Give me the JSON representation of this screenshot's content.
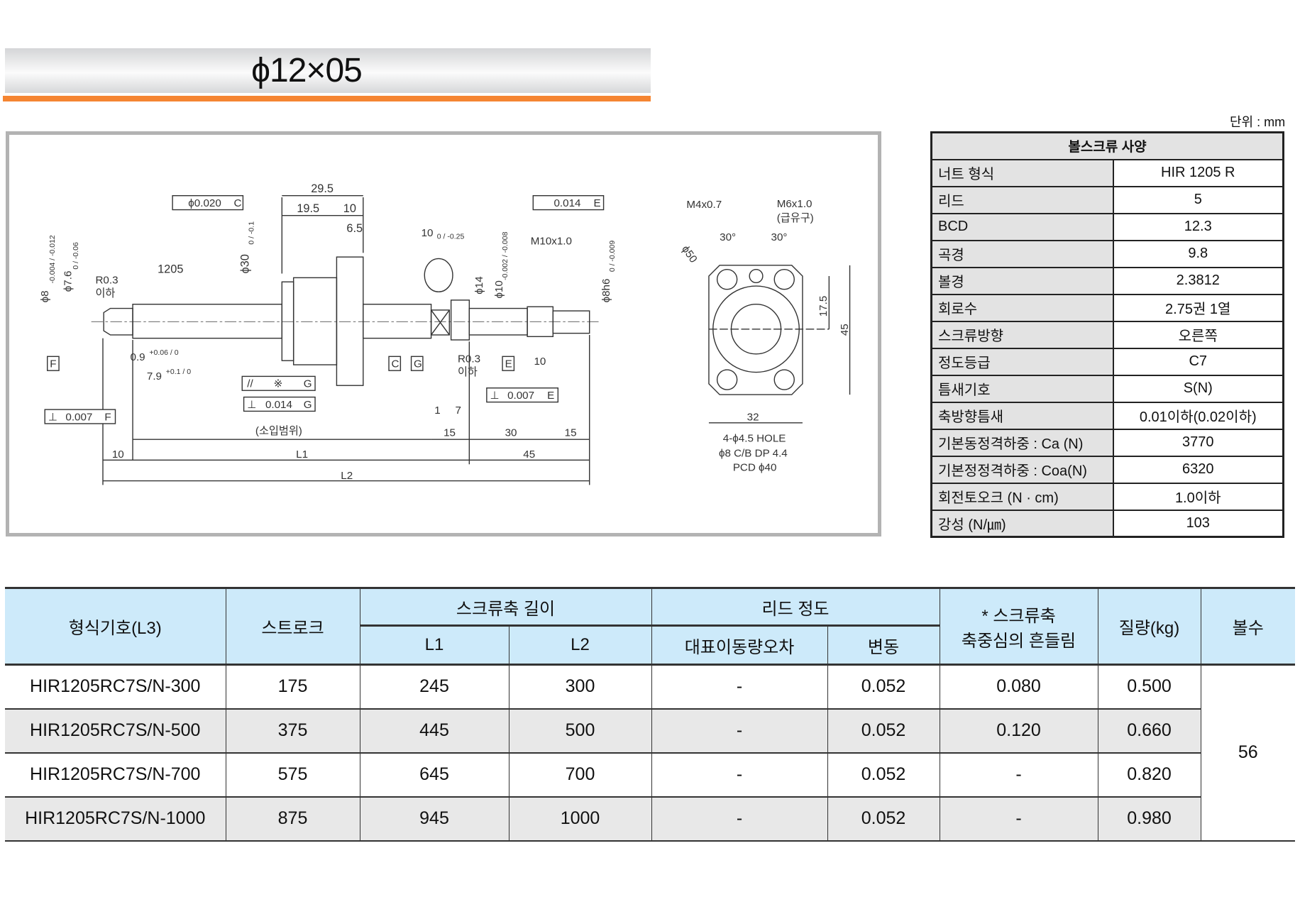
{
  "title": "ϕ12×05",
  "unit_label": "단위 : mm",
  "colors": {
    "accent": "#f58532",
    "header_bg": "#cdeafa",
    "alt_row": "#e8e8e8"
  },
  "drawing": {
    "dim_29_5": "29.5",
    "dim_19_5": "19.5",
    "dim_10a": "10",
    "dim_6_5": "6.5",
    "fcf_coax": "ϕ0.020",
    "datum_c": "C",
    "dia30": "ϕ30",
    "dia30_tol": "0 / -0.1",
    "thread_1205": "1205",
    "r03": "R0.3",
    "below": "이하",
    "dia8": "ϕ8",
    "dia8_tol": "-0.004 / -0.012",
    "dia76": "ϕ7.6",
    "dia76_tol": "0 / -0.06",
    "slot10": "10",
    "slot10_tol": "0 / -0.25",
    "m10": "M10x1.0",
    "dia14": "ϕ14",
    "dia10": "ϕ10",
    "dia10_tol": "-0.002 / -0.008",
    "dia8h6": "ϕ8h6",
    "dia8h6_tol": "0 / -0.009",
    "fcf_runout": "0.014",
    "datum_e": "E",
    "datum_f": "F",
    "datum_g": "G",
    "d09": "0.9",
    "d09_tol": "+0.06 / 0",
    "d79": "7.9",
    "d79_tol": "+0.1 / 0",
    "r03b": "R0.3",
    "belowb": "이하",
    "dim_10b": "10",
    "fcf_par_mark": "※",
    "fcf_perp1": "0.014",
    "fcf_perp2": "0.007",
    "fcf_perp3": "0.007",
    "dim_1": "1",
    "dim_7": "7",
    "hardening": "(소입범위)",
    "dim_15a": "15",
    "dim_30": "30",
    "dim_15b": "15",
    "dim_10c": "10",
    "L1": "L1",
    "dim_45": "45",
    "L2": "L2",
    "m4": "M4x0.7",
    "m6": "M6x1.0",
    "oil": "(급유구)",
    "ang1": "30°",
    "ang2": "30°",
    "dia50": "ϕ50",
    "dim_17_5": "17.5",
    "dim_45v": "45",
    "dim_32": "32",
    "hole1": "4-ϕ4.5 HOLE",
    "hole2": "ϕ8 C/B DP 4.4",
    "hole3": "PCD ϕ40"
  },
  "spec": {
    "title": "볼스크류 사양",
    "rows": [
      {
        "label": "너트 형식",
        "value": "HIR 1205 R"
      },
      {
        "label": "리드",
        "value": "5"
      },
      {
        "label": "BCD",
        "value": "12.3"
      },
      {
        "label": "곡경",
        "value": "9.8"
      },
      {
        "label": "볼경",
        "value": "2.3812"
      },
      {
        "label": "회로수",
        "value": "2.75권 1열"
      },
      {
        "label": "스크류방향",
        "value": "오른쪽"
      },
      {
        "label": "정도등급",
        "value": "C7"
      },
      {
        "label": "틈새기호",
        "value": "S(N)"
      },
      {
        "label": "축방향틈새",
        "value": "0.01이하(0.02이하)"
      },
      {
        "label": "기본동정격하중 : Ca (N)",
        "value": "3770"
      },
      {
        "label": "기본정정격하중 : Coa(N)",
        "value": "6320"
      },
      {
        "label": "회전토오크 (N · cm)",
        "value": "1.0이하"
      },
      {
        "label": "강성 (N/㎛)",
        "value": "103"
      }
    ]
  },
  "table": {
    "headers": {
      "model": "형식기호(L3)",
      "stroke": "스트로크",
      "shaft_length": "스크류축 길이",
      "L1": "L1",
      "L2": "L2",
      "lead_accuracy": "리드 정도",
      "rep_error": "대표이동량오차",
      "variation": "변동",
      "runout_1": "* 스크류축",
      "runout_2": "축중심의 흔들림",
      "mass": "질량(kg)",
      "balls": "볼수"
    },
    "balls": "56",
    "rows": [
      {
        "model": "HIR1205RC7S/N-300",
        "stroke": "175",
        "L1": "245",
        "L2": "300",
        "rep_error": "-",
        "variation": "0.052",
        "runout": "0.080",
        "mass": "0.500"
      },
      {
        "model": "HIR1205RC7S/N-500",
        "stroke": "375",
        "L1": "445",
        "L2": "500",
        "rep_error": "-",
        "variation": "0.052",
        "runout": "0.120",
        "mass": "0.660"
      },
      {
        "model": "HIR1205RC7S/N-700",
        "stroke": "575",
        "L1": "645",
        "L2": "700",
        "rep_error": "-",
        "variation": "0.052",
        "runout": "-",
        "mass": "0.820"
      },
      {
        "model": "HIR1205RC7S/N-1000",
        "stroke": "875",
        "L1": "945",
        "L2": "1000",
        "rep_error": "-",
        "variation": "0.052",
        "runout": "-",
        "mass": "0.980"
      }
    ]
  }
}
